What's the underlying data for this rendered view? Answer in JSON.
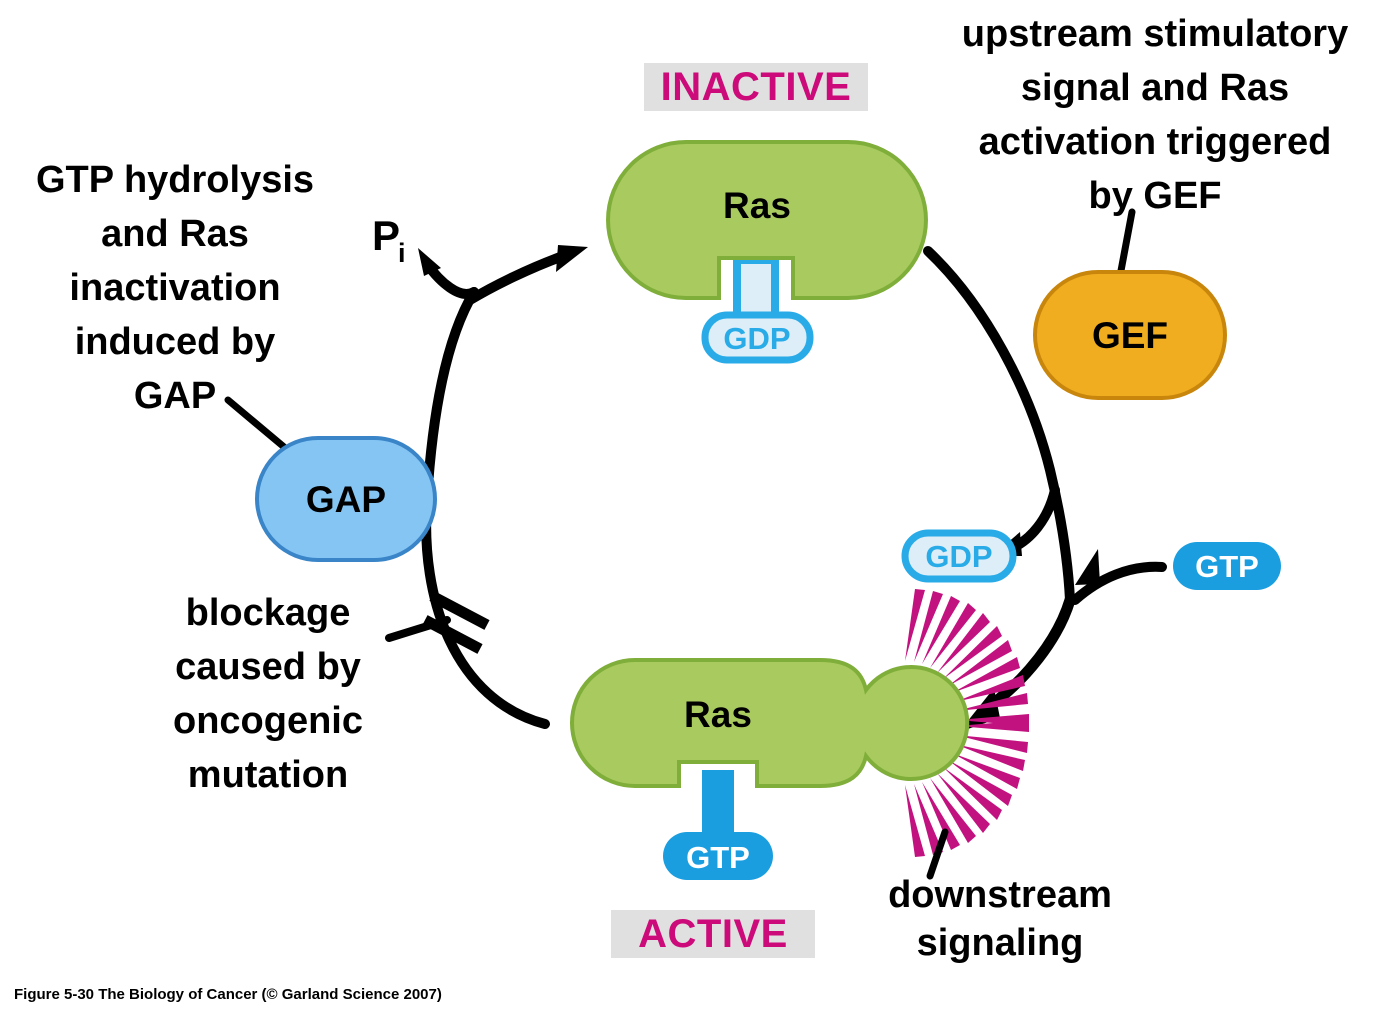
{
  "figure": {
    "caption": "Figure 5-30  The Biology of Cancer (© Garland Science 2007)",
    "colors": {
      "ras_green": "#a9ca5e",
      "ras_green_border": "#7fae3a",
      "gef_orange": "#f0ad20",
      "gef_orange_border": "#c8860c",
      "gap_blue": "#84c5f4",
      "gap_blue_border": "#3a85c8",
      "nucleotide_blue": "#1a9ee0",
      "state_magenta": "#cc0a7a",
      "state_band_gray": "#e0e0e0",
      "signal_magenta": "#c2127f",
      "arrow_black": "#000000"
    }
  },
  "states": {
    "inactive": "INACTIVE",
    "active": "ACTIVE"
  },
  "nodes": {
    "ras_inactive": "Ras",
    "ras_active": "Ras",
    "gef": "GEF",
    "gap": "GAP"
  },
  "nucleotides": {
    "bound_gdp": "GDP",
    "bound_gtp": "GTP",
    "free_gdp": "GDP",
    "free_gtp": "GTP"
  },
  "byproduct": {
    "symbol": "P",
    "subscript": "i"
  },
  "annotations": {
    "gtp_hydrolysis": [
      "GTP hydrolysis",
      "and Ras",
      "inactivation",
      "induced by",
      "GAP"
    ],
    "upstream": [
      "upstream stimulatory",
      "signal and Ras",
      "activation triggered",
      "by GEF"
    ],
    "blockage": [
      "blockage",
      "caused by",
      "oncogenic",
      "mutation"
    ],
    "downstream": [
      "downstream",
      "signaling"
    ]
  }
}
